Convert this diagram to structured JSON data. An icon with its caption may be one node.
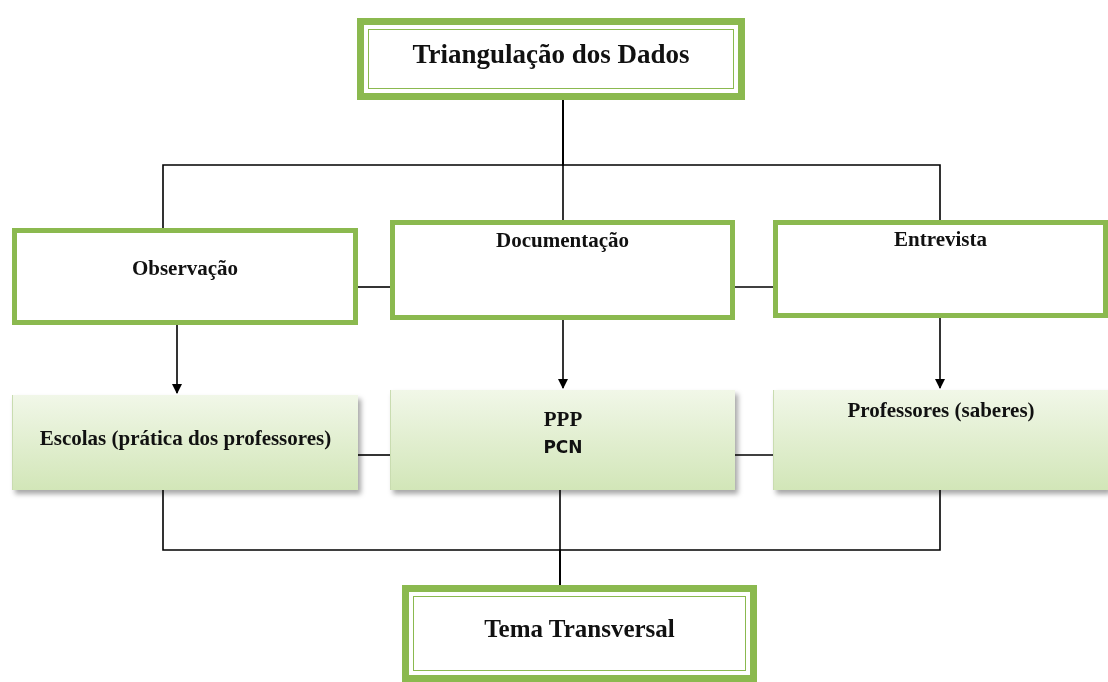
{
  "diagram": {
    "nodes": [
      {
        "text": [
          "Triangulação dos Dados"
        ]
      },
      {
        "text": [
          "Observação"
        ]
      },
      {
        "text": [
          "Documentação"
        ]
      },
      {
        "text": [
          "Entrevista"
        ]
      },
      {
        "text": [
          "Escolas (prática dos professores)"
        ]
      },
      {
        "text": [
          "PPP",
          "PCN"
        ]
      },
      {
        "text": [
          "Professores (saberes)"
        ]
      },
      {
        "text": [
          "Tema Transversal"
        ]
      }
    ],
    "edges": [
      {
        "from": 0,
        "to": 1,
        "arrow": "none"
      },
      {
        "from": 0,
        "to": 2,
        "arrow": "none"
      },
      {
        "from": 0,
        "to": 3,
        "arrow": "none"
      },
      {
        "from": 1,
        "to": 2,
        "arrow": "none"
      },
      {
        "from": 2,
        "to": 3,
        "arrow": "none"
      },
      {
        "from": 1,
        "to": 4,
        "arrow": "to"
      },
      {
        "from": 2,
        "to": 5,
        "arrow": "to"
      },
      {
        "from": 3,
        "to": 6,
        "arrow": "to"
      },
      {
        "from": 4,
        "to": 5,
        "arrow": "none"
      },
      {
        "from": 5,
        "to": 6,
        "arrow": "none"
      },
      {
        "from": 4,
        "to": 7,
        "arrow": "none"
      },
      {
        "from": 5,
        "to": 7,
        "arrow": "none"
      },
      {
        "from": 6,
        "to": 7,
        "arrow": "none"
      }
    ]
  }
}
